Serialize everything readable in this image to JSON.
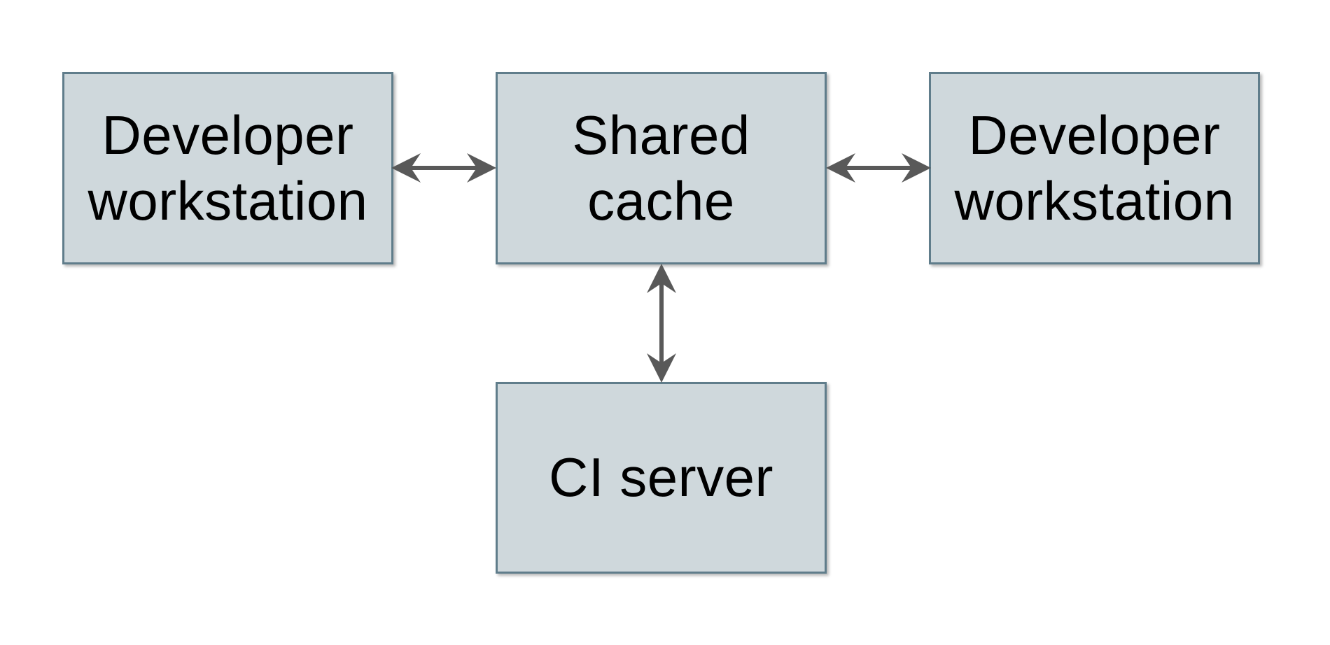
{
  "colors": {
    "background": "#ffffff",
    "node_fill": "#cfd8dc",
    "node_border": "#607d8b",
    "arrow": "#595959",
    "text": "#000000"
  },
  "nodes": {
    "developer_workstation_left": {
      "label": "Developer\nworkstation"
    },
    "shared_cache": {
      "label": "Shared\ncache"
    },
    "developer_workstation_right": {
      "label": "Developer\nworkstation"
    },
    "ci_server": {
      "label": "CI server"
    }
  },
  "edges": [
    {
      "from": "developer-workstation-left",
      "to": "shared-cache",
      "direction": "bidirectional"
    },
    {
      "from": "shared-cache",
      "to": "developer-workstation-right",
      "direction": "bidirectional"
    },
    {
      "from": "shared-cache",
      "to": "ci-server",
      "direction": "bidirectional"
    }
  ]
}
